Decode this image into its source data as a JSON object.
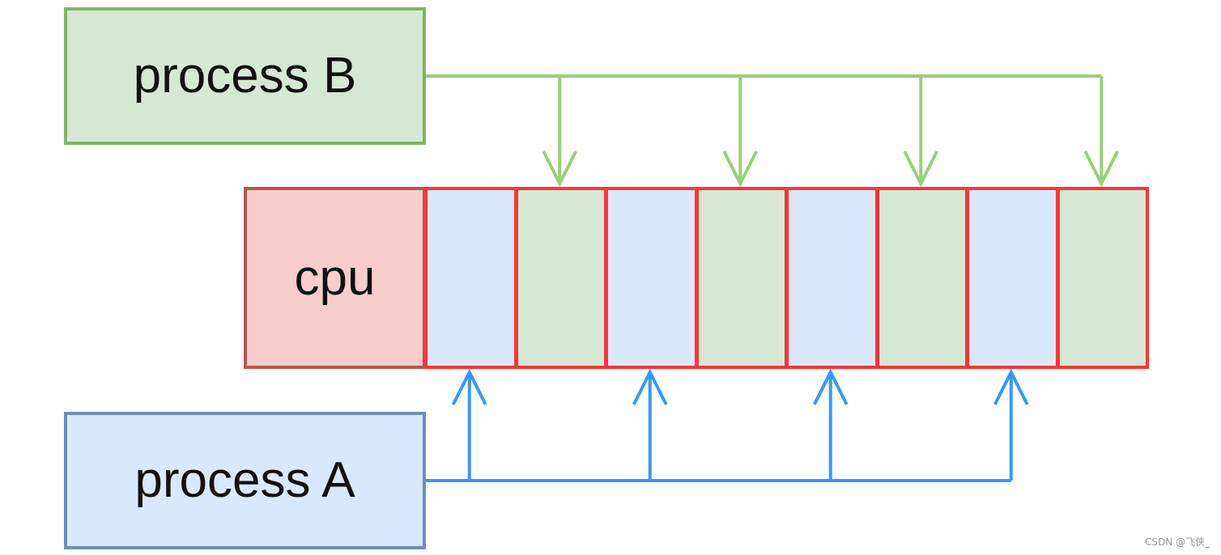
{
  "boxes": {
    "process_b": "process B",
    "cpu": "cpu",
    "process_a": "process A"
  },
  "timeline": {
    "slots": [
      "A",
      "B",
      "A",
      "B",
      "A",
      "B",
      "A",
      "B"
    ]
  },
  "colors": {
    "process_a_fill": "#dae8fc",
    "process_a_stroke": "#6c8ebf",
    "process_b_fill": "#d5e8d4",
    "process_b_stroke": "#82b366",
    "cpu_fill": "#f8cecc",
    "cpu_stroke": "#b85450",
    "slot_border": "#ff3333",
    "arrow_a": "#3399ff",
    "arrow_b": "#97d077"
  },
  "watermark": "CSDN @飞侠_"
}
